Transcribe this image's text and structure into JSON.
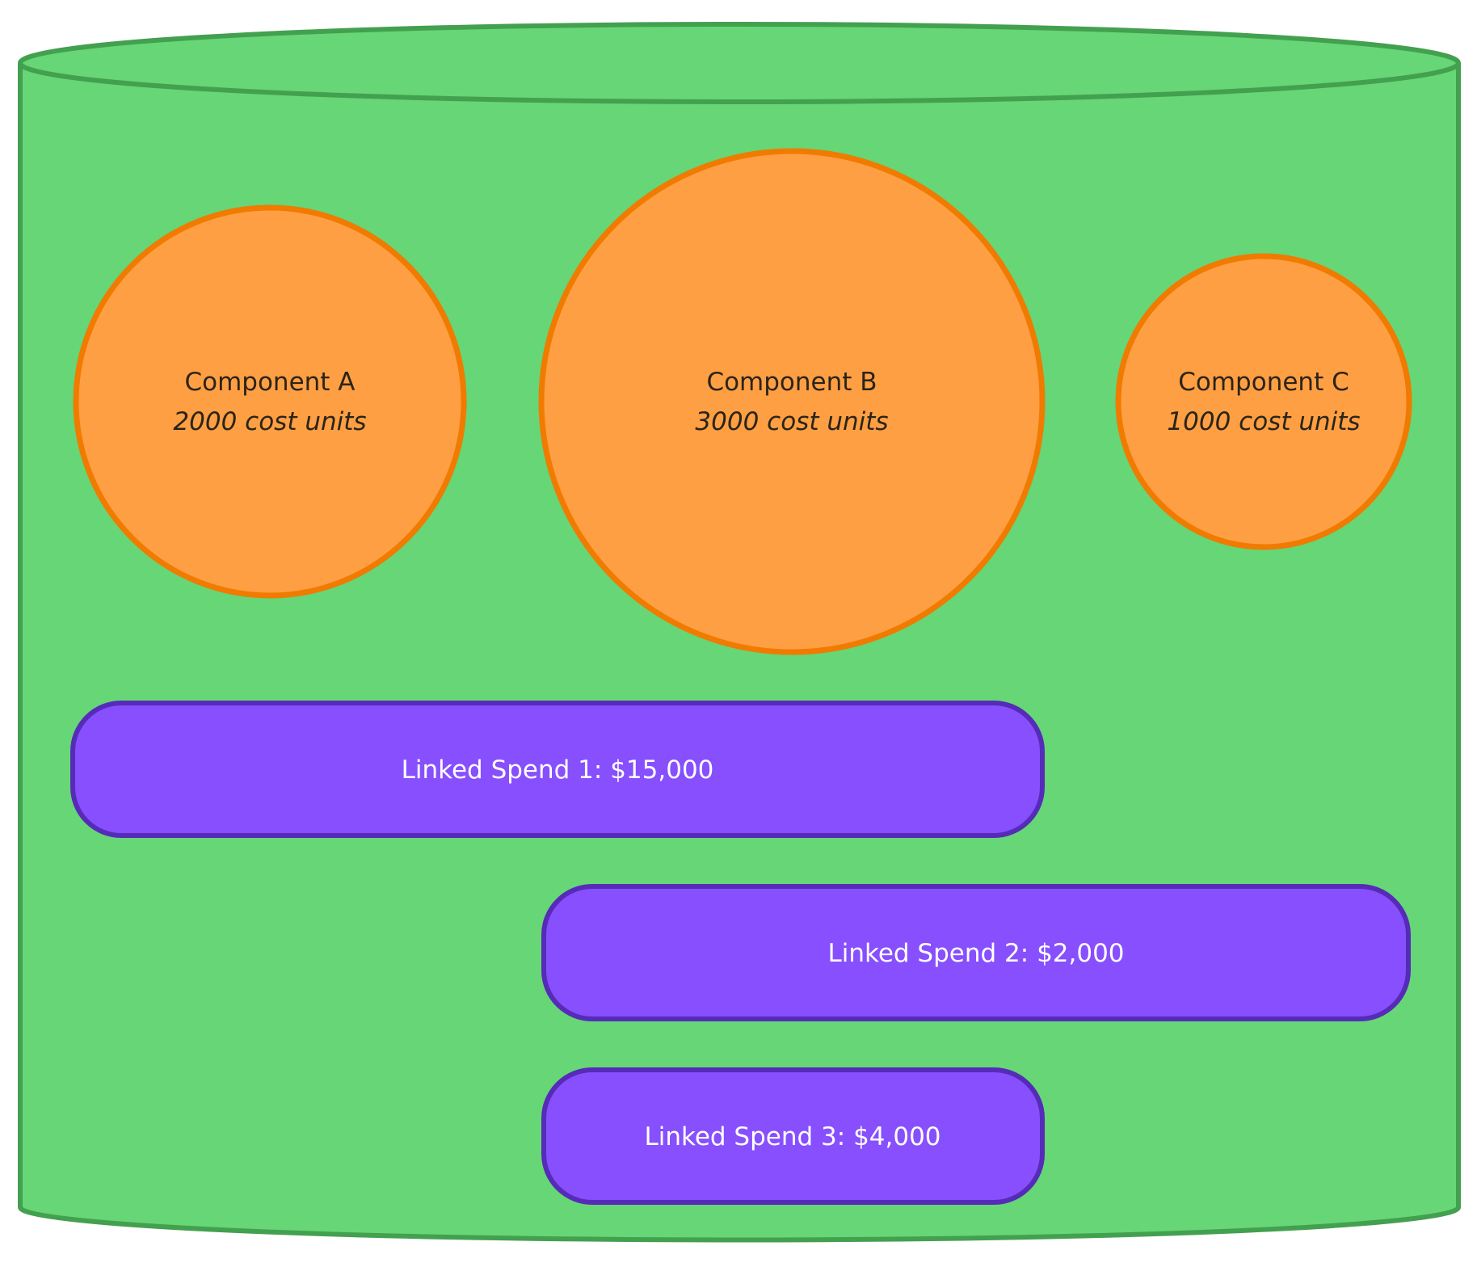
{
  "colors": {
    "container_fill": "#66d677",
    "container_stroke": "#43a04f",
    "component_fill": "#ff9f43",
    "component_stroke": "#f07b00",
    "component_text": "#2b2418",
    "spend_fill": "#874ffd",
    "spend_stroke": "#552bb8",
    "spend_text": "#ffffff"
  },
  "components": [
    {
      "name": "Component A",
      "cost": "2000 cost units",
      "value": 2000
    },
    {
      "name": "Component B",
      "cost": "3000 cost units",
      "value": 3000
    },
    {
      "name": "Component C",
      "cost": "1000 cost units",
      "value": 1000
    }
  ],
  "spends": [
    {
      "label": "Linked Spend 1: $15,000"
    },
    {
      "label": "Linked Spend 2: $2,000"
    },
    {
      "label": "Linked Spend 3: $4,000"
    }
  ]
}
